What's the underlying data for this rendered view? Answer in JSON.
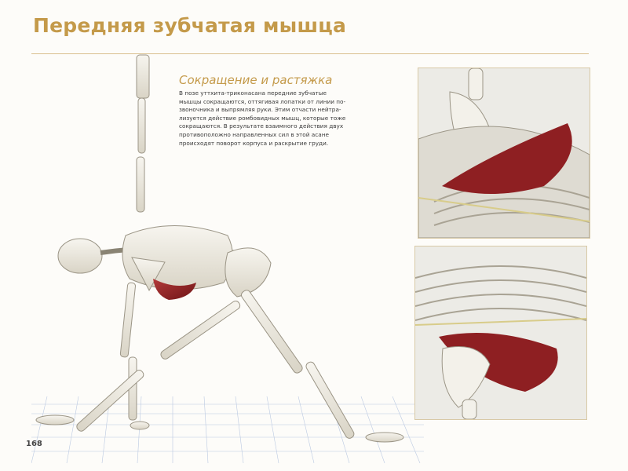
{
  "page": {
    "title": "Передняя зубчатая мышца",
    "section_heading": "Сокращение и растяжка",
    "body_lines": [
      "В позе уттхита-триконасана передние зубчатые",
      "мышцы сокращаются, оттягивая лопатки от линии по-",
      "звоночника и выпрямляя руки. Этим отчасти нейтра-",
      "лизуется действие ромбовидных мышц, которые тоже",
      "сокращаются. В результате взаимного действия двух",
      "противоположно направленных сил в этой асане",
      "происходят поворот корпуса и раскрытие груди."
    ],
    "page_number": "168"
  },
  "colors": {
    "accent": "#c49a4a",
    "bone": "#eeeae0",
    "muscle": "#8e1f22",
    "grid_line": "#9fb4d8"
  },
  "figures": {
    "main": "skeleton-in-revolved-triangle-pose",
    "inset_top": "serratus-anterior-closeup-upper",
    "inset_bottom": "serratus-anterior-closeup-lower"
  }
}
